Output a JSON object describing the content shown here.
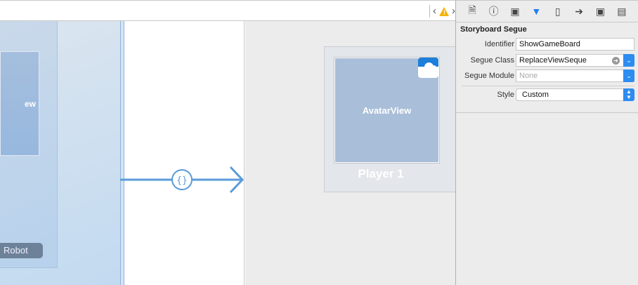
{
  "jump_bar": {
    "back_icon": "chevron-left-icon",
    "warning_icon": "warning-icon",
    "forward_icon": "chevron-right-icon"
  },
  "canvas": {
    "left_view_label": "ew",
    "robot_button": "Robot",
    "segue_icon": "{}",
    "avatar_view_label": "AvatarView",
    "player_label": "Player 1",
    "segue_color": "#5b9bd9"
  },
  "inspector": {
    "tabs": [
      "file-icon",
      "quick-help-icon",
      "identity-icon",
      "attributes-icon",
      "size-icon",
      "connections-icon",
      "bindings-icon",
      "effects-icon"
    ],
    "active_tab": "attributes-icon",
    "section_title": "Storyboard Segue",
    "identifier": {
      "label": "Identifier",
      "value": "ShowGameBoard"
    },
    "segue_class": {
      "label": "Segue Class",
      "value": "ReplaceViewSeque"
    },
    "segue_module": {
      "label": "Segue Module",
      "placeholder": "None"
    },
    "style": {
      "label": "Style",
      "value": "Custom"
    }
  }
}
